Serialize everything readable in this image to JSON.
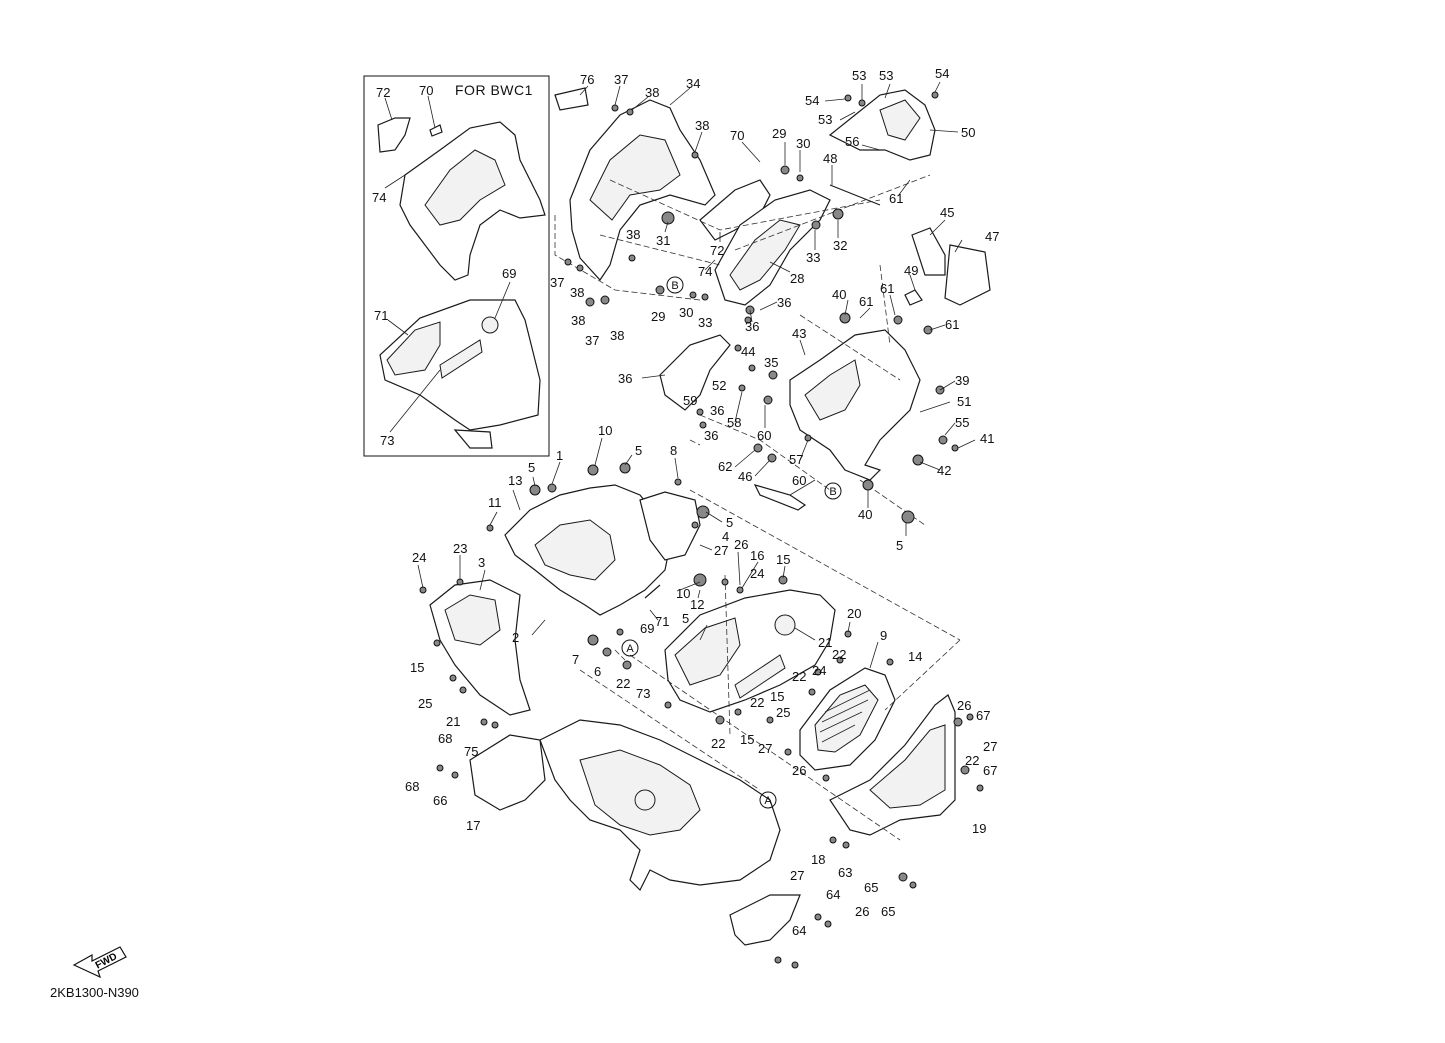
{
  "inset": {
    "title": "FOR BWC1"
  },
  "drawing_code": "2KB1300-N390",
  "fwd_label": "FWD",
  "ref_markers": {
    "a": "A",
    "b": "B"
  },
  "callouts": [
    {
      "id": "c72",
      "text": "72"
    },
    {
      "id": "c70i",
      "text": "70"
    },
    {
      "id": "c74i",
      "text": "74"
    },
    {
      "id": "c69i",
      "text": "69"
    },
    {
      "id": "c71i",
      "text": "71"
    },
    {
      "id": "c73i",
      "text": "73"
    },
    {
      "id": "c76",
      "text": "76"
    },
    {
      "id": "c37a",
      "text": "37"
    },
    {
      "id": "c38a",
      "text": "38"
    },
    {
      "id": "c34",
      "text": "34"
    },
    {
      "id": "c38b",
      "text": "38"
    },
    {
      "id": "c70",
      "text": "70"
    },
    {
      "id": "c29a",
      "text": "29"
    },
    {
      "id": "c30a",
      "text": "30"
    },
    {
      "id": "c48",
      "text": "48"
    },
    {
      "id": "c53a",
      "text": "53"
    },
    {
      "id": "c53b",
      "text": "53"
    },
    {
      "id": "c54a",
      "text": "54"
    },
    {
      "id": "c54b",
      "text": "54"
    },
    {
      "id": "c53c",
      "text": "53"
    },
    {
      "id": "c50",
      "text": "50"
    },
    {
      "id": "c56",
      "text": "56"
    },
    {
      "id": "c61a",
      "text": "61"
    },
    {
      "id": "c45",
      "text": "45"
    },
    {
      "id": "c47",
      "text": "47"
    },
    {
      "id": "c49",
      "text": "49"
    },
    {
      "id": "c31",
      "text": "31"
    },
    {
      "id": "c72b",
      "text": "72"
    },
    {
      "id": "c32",
      "text": "32"
    },
    {
      "id": "c33a",
      "text": "33"
    },
    {
      "id": "c28",
      "text": "28"
    },
    {
      "id": "c74",
      "text": "74"
    },
    {
      "id": "c36a",
      "text": "36"
    },
    {
      "id": "c38c",
      "text": "38"
    },
    {
      "id": "c37b",
      "text": "37"
    },
    {
      "id": "c38d",
      "text": "38"
    },
    {
      "id": "c37c",
      "text": "37"
    },
    {
      "id": "c38e",
      "text": "38"
    },
    {
      "id": "c38f",
      "text": "38"
    },
    {
      "id": "c29b",
      "text": "29"
    },
    {
      "id": "c30b",
      "text": "30"
    },
    {
      "id": "c33b",
      "text": "33"
    },
    {
      "id": "c36b",
      "text": "36"
    },
    {
      "id": "c52",
      "text": "52"
    },
    {
      "id": "c40a",
      "text": "40"
    },
    {
      "id": "c61b",
      "text": "61"
    },
    {
      "id": "c61c",
      "text": "61"
    },
    {
      "id": "c61d",
      "text": "61"
    },
    {
      "id": "c43",
      "text": "43"
    },
    {
      "id": "c44",
      "text": "44"
    },
    {
      "id": "c35",
      "text": "35"
    },
    {
      "id": "c36c",
      "text": "36"
    },
    {
      "id": "c36d",
      "text": "36"
    },
    {
      "id": "c36e",
      "text": "36"
    },
    {
      "id": "c59",
      "text": "59"
    },
    {
      "id": "c58",
      "text": "58"
    },
    {
      "id": "c60a",
      "text": "60"
    },
    {
      "id": "c39",
      "text": "39"
    },
    {
      "id": "c51",
      "text": "51"
    },
    {
      "id": "c55",
      "text": "55"
    },
    {
      "id": "c41",
      "text": "41"
    },
    {
      "id": "c62",
      "text": "62"
    },
    {
      "id": "c57",
      "text": "57"
    },
    {
      "id": "c42",
      "text": "42"
    },
    {
      "id": "c46",
      "text": "46"
    },
    {
      "id": "c60b",
      "text": "60"
    },
    {
      "id": "c40b",
      "text": "40"
    },
    {
      "id": "c5a",
      "text": "5"
    },
    {
      "id": "c10a",
      "text": "10"
    },
    {
      "id": "c5b",
      "text": "5"
    },
    {
      "id": "c8",
      "text": "8"
    },
    {
      "id": "c5c",
      "text": "5"
    },
    {
      "id": "c1",
      "text": "1"
    },
    {
      "id": "c13",
      "text": "13"
    },
    {
      "id": "c11",
      "text": "11"
    },
    {
      "id": "c5d",
      "text": "5"
    },
    {
      "id": "c4",
      "text": "4"
    },
    {
      "id": "c27a",
      "text": "27"
    },
    {
      "id": "c26a",
      "text": "26"
    },
    {
      "id": "c16",
      "text": "16"
    },
    {
      "id": "c15a",
      "text": "15"
    },
    {
      "id": "c24a",
      "text": "24"
    },
    {
      "id": "c24b",
      "text": "24"
    },
    {
      "id": "c23",
      "text": "23"
    },
    {
      "id": "c3",
      "text": "3"
    },
    {
      "id": "c10b",
      "text": "10"
    },
    {
      "id": "c12",
      "text": "12"
    },
    {
      "id": "c2",
      "text": "2"
    },
    {
      "id": "c71",
      "text": "71"
    },
    {
      "id": "c5e",
      "text": "5"
    },
    {
      "id": "c69",
      "text": "69"
    },
    {
      "id": "c21a",
      "text": "21"
    },
    {
      "id": "c20",
      "text": "20"
    },
    {
      "id": "c9",
      "text": "9"
    },
    {
      "id": "c7",
      "text": "7"
    },
    {
      "id": "c6",
      "text": "6"
    },
    {
      "id": "c22a",
      "text": "22"
    },
    {
      "id": "c22b",
      "text": "22"
    },
    {
      "id": "c14",
      "text": "14"
    },
    {
      "id": "c22c",
      "text": "22"
    },
    {
      "id": "c24c",
      "text": "24"
    },
    {
      "id": "c15b",
      "text": "15"
    },
    {
      "id": "c73",
      "text": "73"
    },
    {
      "id": "c15c",
      "text": "15"
    },
    {
      "id": "c22d",
      "text": "22"
    },
    {
      "id": "c25a",
      "text": "25"
    },
    {
      "id": "c25b",
      "text": "25"
    },
    {
      "id": "c21b",
      "text": "21"
    },
    {
      "id": "c15d",
      "text": "15"
    },
    {
      "id": "c22e",
      "text": "22"
    },
    {
      "id": "c27b",
      "text": "27"
    },
    {
      "id": "c26b",
      "text": "26"
    },
    {
      "id": "c67a",
      "text": "67"
    },
    {
      "id": "c68a",
      "text": "68"
    },
    {
      "id": "c75",
      "text": "75"
    },
    {
      "id": "c27c",
      "text": "27"
    },
    {
      "id": "c22f",
      "text": "22"
    },
    {
      "id": "c26c",
      "text": "26"
    },
    {
      "id": "c67b",
      "text": "67"
    },
    {
      "id": "c68b",
      "text": "68"
    },
    {
      "id": "c66",
      "text": "66"
    },
    {
      "id": "c17",
      "text": "17"
    },
    {
      "id": "c19",
      "text": "19"
    },
    {
      "id": "c18",
      "text": "18"
    },
    {
      "id": "c63",
      "text": "63"
    },
    {
      "id": "c27d",
      "text": "27"
    },
    {
      "id": "c65a",
      "text": "65"
    },
    {
      "id": "c64a",
      "text": "64"
    },
    {
      "id": "c26d",
      "text": "26"
    },
    {
      "id": "c65b",
      "text": "65"
    },
    {
      "id": "c64b",
      "text": "64"
    }
  ]
}
